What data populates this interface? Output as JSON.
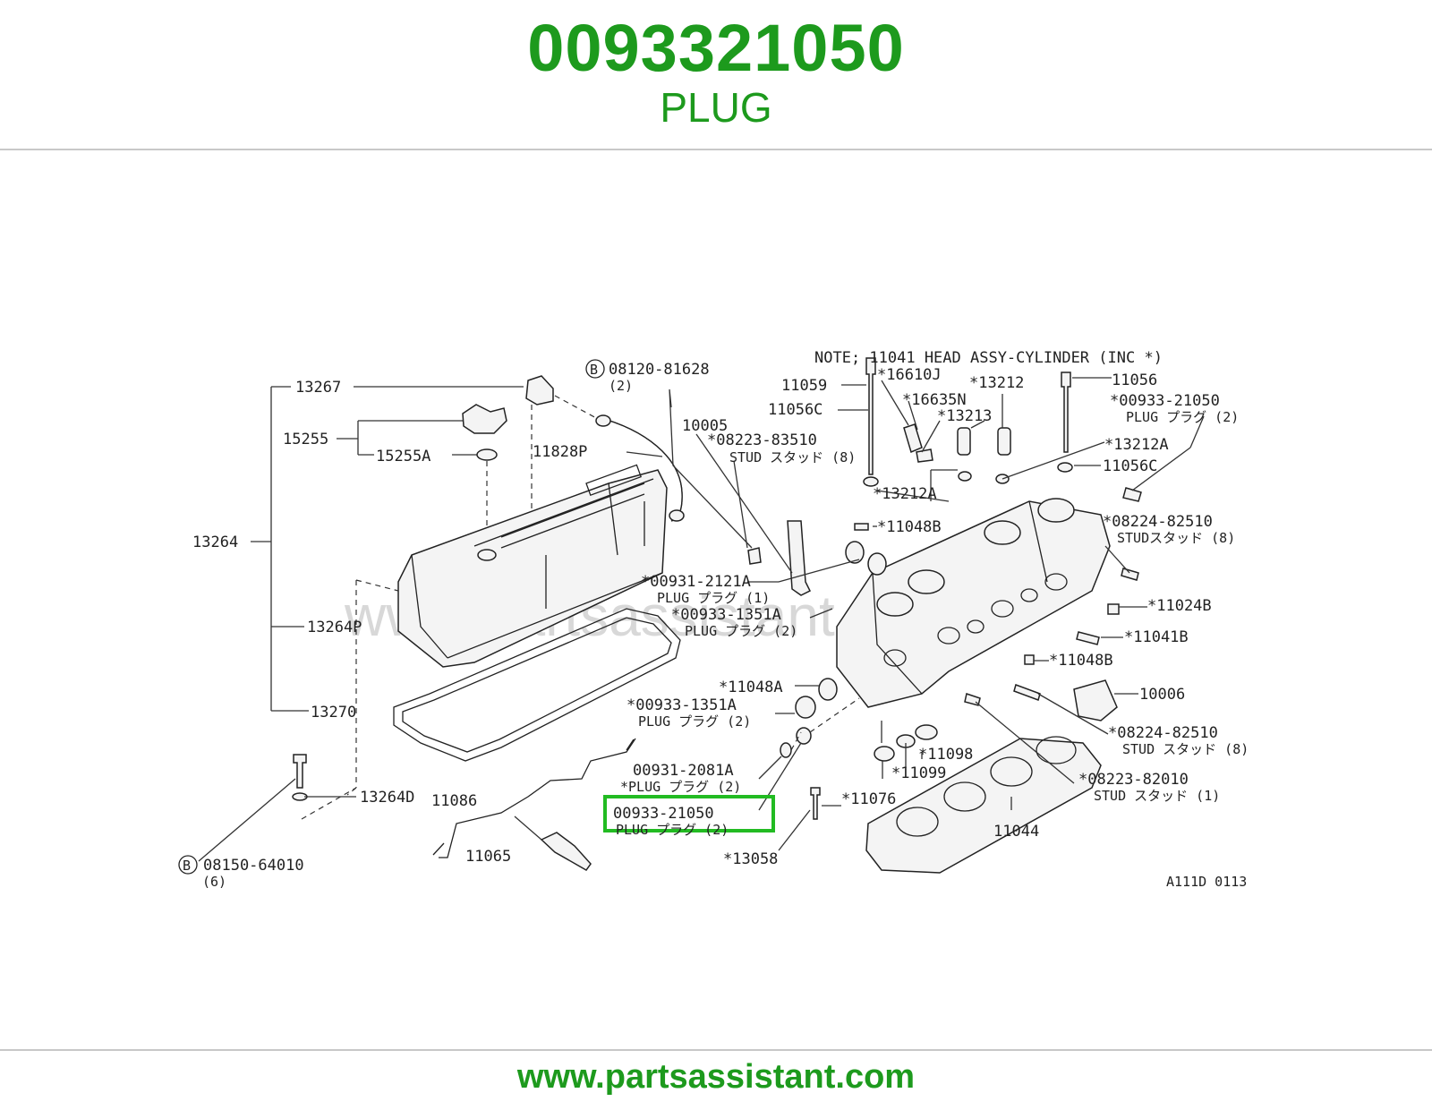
{
  "header": {
    "part_number": "0093321050",
    "part_name": "PLUG"
  },
  "footer": {
    "url": "www.partsassistant.com"
  },
  "diagram": {
    "watermark": "www.partsassistant.com",
    "note": "NOTE; 11041 HEAD ASSY-CYLINDER (INC *)",
    "figure_code": "A111D 0113",
    "highlight": {
      "code": "00933-21050",
      "name": "PLUG プラグ (2)"
    },
    "labels": {
      "l13267": "13267",
      "l15255": "15255",
      "l15255A": "15255A",
      "l13264": "13264",
      "l13264P": "13264P",
      "l13270": "13270",
      "l13264D": "13264D",
      "l08150": "08150-64010",
      "l08150q": "(6)",
      "l08120": "08120-81628",
      "l08120q": "(2)",
      "l11828P": "11828P",
      "l10005": "10005",
      "l08223a": "*08223-83510",
      "l08223an": "STUD スタッド (8)",
      "l00931a": "*00931-2121A",
      "l00931an": "PLUG プラグ (1)",
      "l00933a": "*00933-1351A",
      "l00933an": "PLUG プラグ (2)",
      "l11048A": "*11048A",
      "l00933b": "*00933-1351A",
      "l00933bn": "PLUG プラグ (2)",
      "l00931b": "00931-2081A",
      "l00931bn": "*PLUG プラグ (2)",
      "l11086": "11086",
      "l11065": "11065",
      "l13058": "*13058",
      "l11076": "*11076",
      "l11059": "11059",
      "l16610J": "*16610J",
      "l11056C": "11056C",
      "l16635N": "*16635N",
      "l13212": "*13212",
      "l13213": "*13213",
      "l11056": "11056",
      "l00933c": "*00933-21050",
      "l00933cn": "PLUG プラグ (2)",
      "l13212Ab": "*13212A",
      "l11056Cb": "11056C",
      "l13212Ac": "*13212A",
      "l11048B": "*11048B",
      "l08224a": "*08224-82510",
      "l08224an": "STUDスタッド (8)",
      "l11024B": "*11024B",
      "l11041B": "*11041B",
      "l11048Bb": "*11048B",
      "l10006": "10006",
      "l08224b": "*08224-82510",
      "l08224bn": "STUD スタッド (8)",
      "l11098": "*11098",
      "l11099": "*11099",
      "l08223b": "*08223-82010",
      "l08223bn": "STUD スタッド (1)",
      "l11044": "11044",
      "lB1": "B",
      "lB2": "B"
    }
  },
  "colors": {
    "brand_green": "#1d9a1d",
    "highlight_box": "#22bb22",
    "rule": "#c8c8c8"
  }
}
